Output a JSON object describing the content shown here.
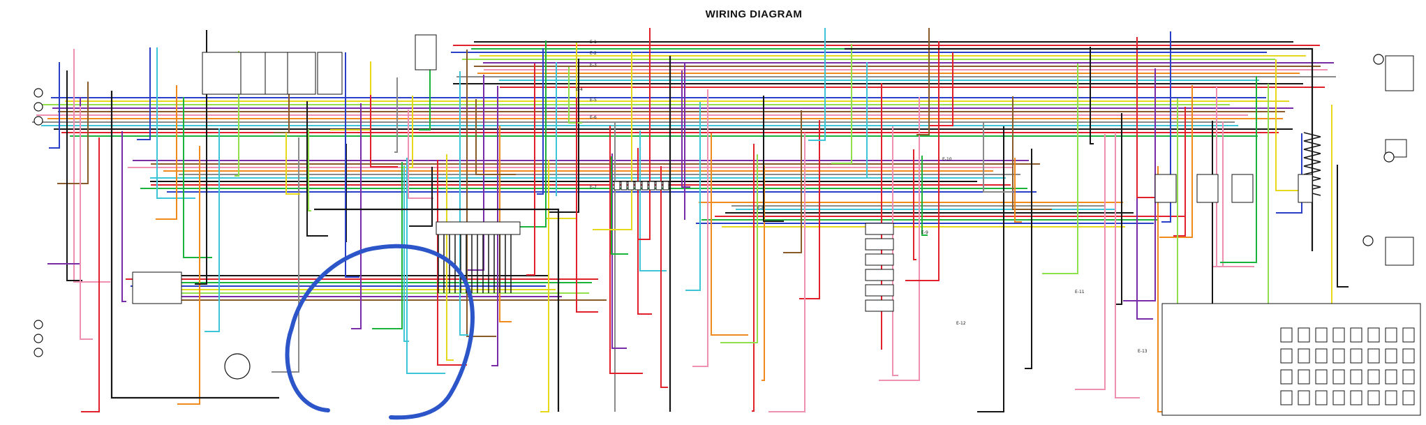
{
  "title": "WIRING DIAGRAM",
  "connectors": [
    "E-1",
    "E-2",
    "E-3",
    "E-4",
    "E-5",
    "E-6",
    "E-7",
    "E-8",
    "E-9",
    "E-10",
    "E-11",
    "E-12",
    "E-13"
  ],
  "colors": {
    "black": "#151515",
    "red": "#e0202a",
    "green": "#19b23a",
    "blue": "#2a3fc8",
    "yellow": "#e8d81c",
    "lightgreen": "#8fe04a",
    "purple": "#7a2ca8",
    "brown": "#8a5a2b",
    "pink": "#ef8fb2",
    "orange": "#f08a1c",
    "gray": "#8a8a8a",
    "cyan": "#3cc6d8",
    "annotation": "#2b55c8"
  },
  "annotation": {
    "type": "hand-drawn circle",
    "color": "#2b55c8"
  }
}
